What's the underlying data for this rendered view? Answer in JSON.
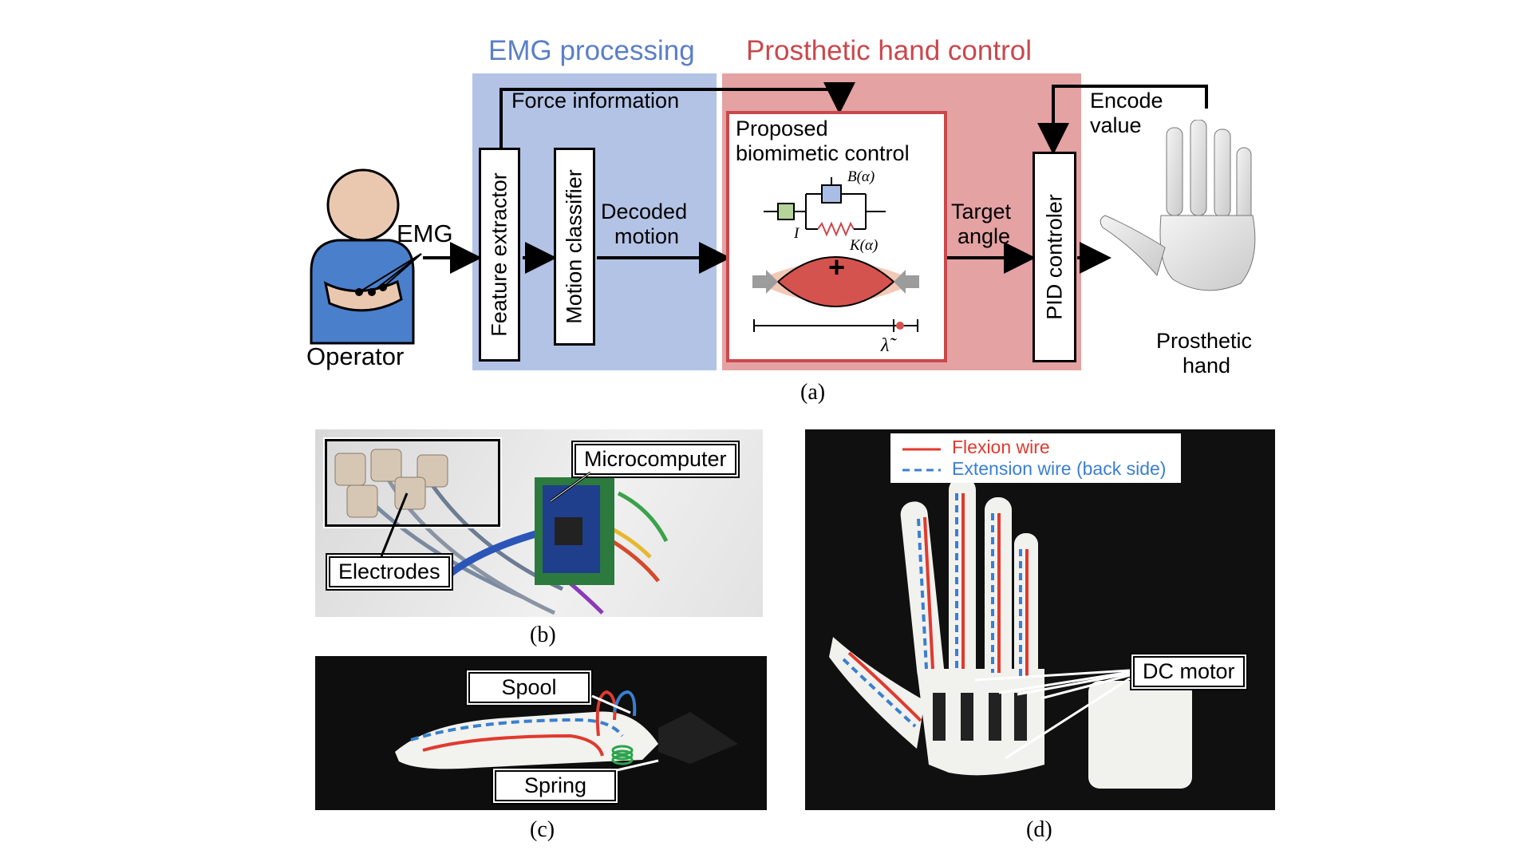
{
  "panel_a": {
    "emg_processing": "EMG processing",
    "prosthetic_control": "Prosthetic hand control",
    "operator": "Operator",
    "emg": "EMG",
    "force_information": "Force information",
    "feature_extractor": "Feature extractor",
    "motion_classifier": "Motion classifier",
    "decoded_motion_1": "Decoded",
    "decoded_motion_2": "motion",
    "proposed_1": "Proposed",
    "proposed_2": "biomimetic control",
    "b_alpha": "B(α)",
    "k_alpha": "K(α)",
    "inertia": "I",
    "plus": "+",
    "lambda": "λ̃",
    "target_1": "Target",
    "target_2": "angle",
    "pid": "PID controler",
    "encode_1": "Encode",
    "encode_2": "value",
    "prosthetic_1": "Prosthetic",
    "prosthetic_2": "hand",
    "caption": "(a)"
  },
  "panel_b": {
    "microcomputer": "Microcomputer",
    "electrodes": "Electrodes",
    "caption": "(b)"
  },
  "panel_c": {
    "spool": "Spool",
    "spring": "Spring",
    "caption": "(c)"
  },
  "panel_d": {
    "flexion": "Flexion wire",
    "extension": "Extension wire (back side)",
    "dc_motor": "DC motor",
    "caption": "(d)"
  },
  "colors": {
    "blue_panel": "#b3c3e6",
    "red_panel": "#e4a2a3",
    "blue_title": "#5b7fc7",
    "red_title": "#c9484c",
    "flexion": "#e03a2e",
    "extension": "#3a7fd0"
  }
}
